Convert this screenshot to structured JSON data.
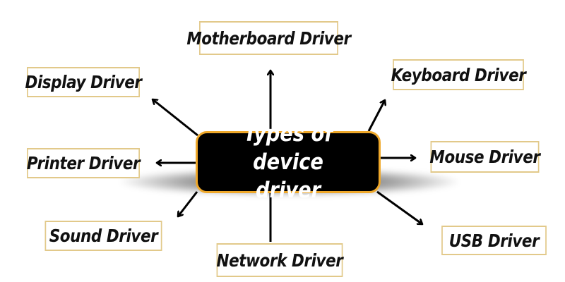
{
  "center": {
    "line1": "Types of device",
    "line2": "driver"
  },
  "drivers": [
    {
      "label": "Motherboard Driver"
    },
    {
      "label": "Display Driver"
    },
    {
      "label": "Keyboard Driver"
    },
    {
      "label": "Printer Driver"
    },
    {
      "label": "Mouse Driver"
    },
    {
      "label": "Sound Driver"
    },
    {
      "label": "USB Driver"
    },
    {
      "label": "Network Driver"
    }
  ],
  "colors": {
    "center_border": "#efa82a",
    "box_border": "#e2c98a",
    "center_fill": "#000000"
  }
}
